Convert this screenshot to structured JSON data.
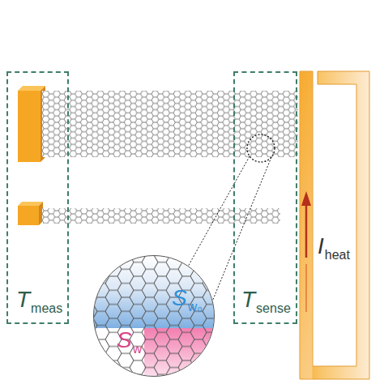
{
  "diagram": {
    "nodes": [
      {
        "text": [
          "T",
          "meas"
        ]
      },
      {
        "text": [
          "T",
          "sense"
        ]
      },
      {
        "text": [
          "S",
          "w₀",
          "S",
          "w"
        ]
      }
    ],
    "labels": [
      "I",
      "heat"
    ]
  }
}
